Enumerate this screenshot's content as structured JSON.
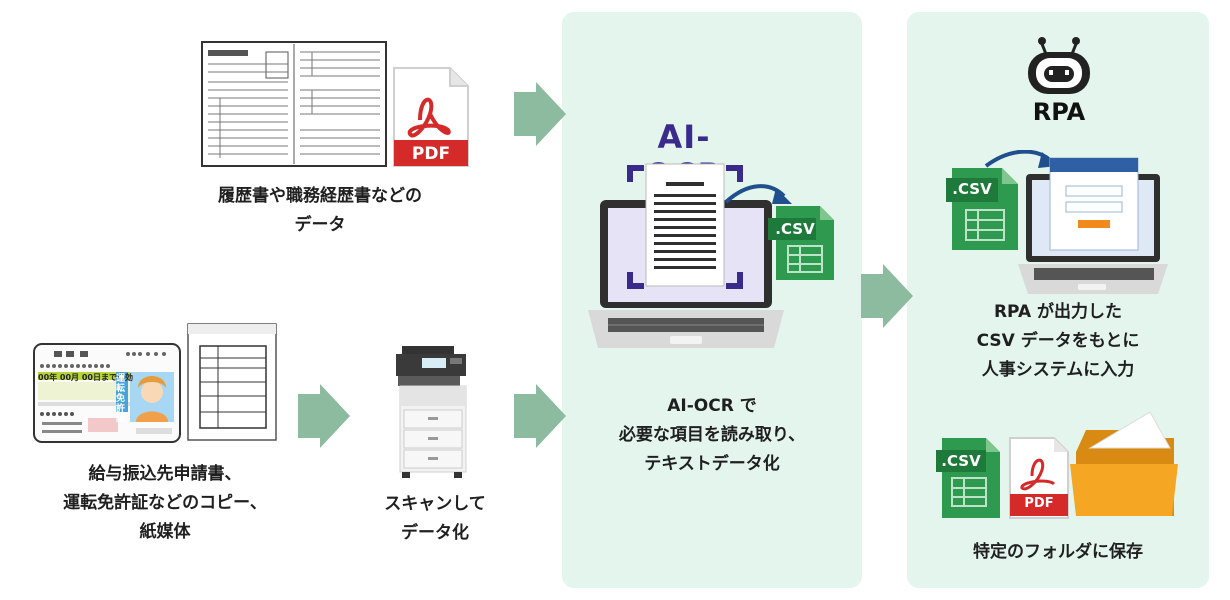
{
  "sources": {
    "resume": {
      "caption": "履歴書や職務経歴書などの\nデータ",
      "pdf_badge": "PDF"
    },
    "paper": {
      "caption": "給与振込先申請書、\n運転免許証などのコピー、\n紙媒体",
      "license_card": {
        "date_text": "00年 00月 00日まで有効",
        "vertical_label": "運転免許証"
      }
    },
    "scan": {
      "caption": "スキャンして\nデータ化"
    }
  },
  "ocr_panel": {
    "title": "AI-OCR",
    "csv_label": ".CSV",
    "caption": "AI-OCR で\n必要な項目を読み取り、\nテキストデータ化"
  },
  "rpa_panel": {
    "title": "RPA",
    "csv_label": ".CSV",
    "caption_input": "RPA が出力した\nCSV データをもとに\n人事システムに入力",
    "save": {
      "csv_label": ".CSV",
      "pdf_label": "PDF",
      "caption": "特定のフォルダに保存"
    }
  },
  "colors": {
    "panel_bg": "#e3f5ec",
    "arrow": "#8dbba0",
    "csv_green": "#2e9a4f",
    "pdf_red": "#d42a2a",
    "ocr_purple": "#3a2a8c",
    "folder_orange": "#f5a623"
  }
}
